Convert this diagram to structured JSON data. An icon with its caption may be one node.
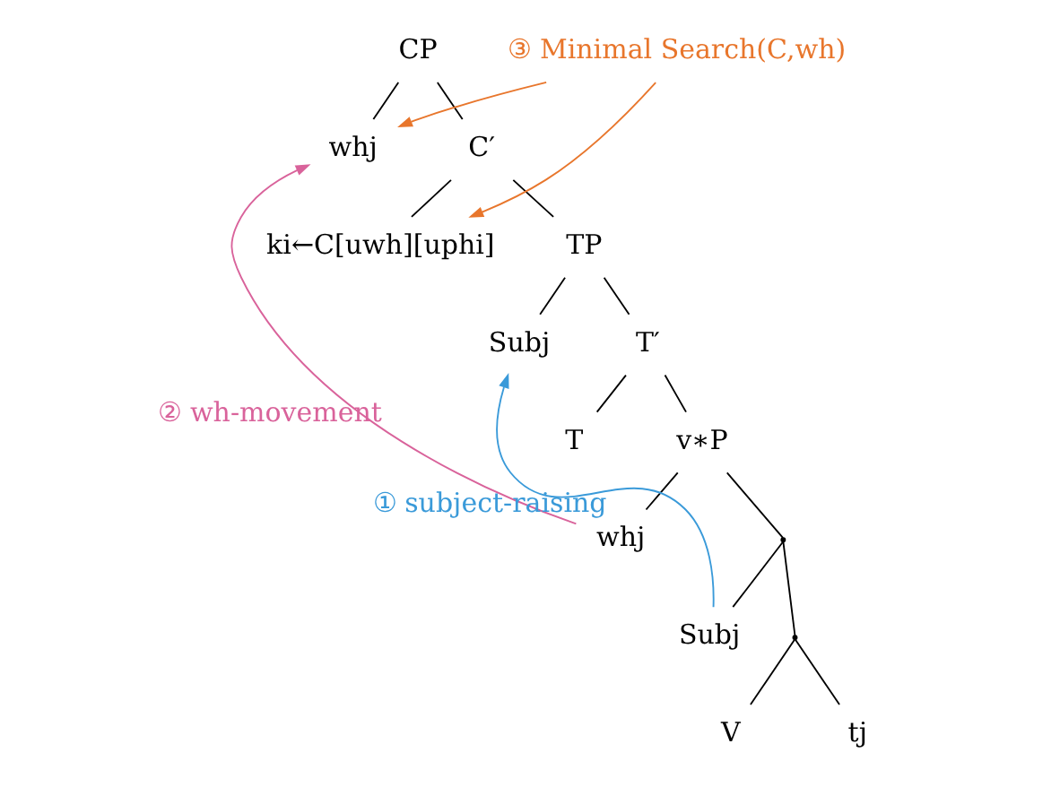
{
  "diagram": {
    "nodes": [
      {
        "text": [
          "CP"
        ]
      },
      {
        "text": [
          "whj"
        ]
      },
      {
        "text": [
          "C′"
        ]
      },
      {
        "text": [
          "ki←C[uwh][uphi]"
        ]
      },
      {
        "text": [
          "TP"
        ]
      },
      {
        "text": [
          "Subj"
        ]
      },
      {
        "text": [
          "T′"
        ]
      },
      {
        "text": [
          "T"
        ]
      },
      {
        "text": [
          "v∗P"
        ]
      },
      {
        "text": [
          "whj"
        ]
      },
      {
        "text": [],
        "shape": "point"
      },
      {
        "text": [
          "Subj"
        ]
      },
      {
        "text": [],
        "shape": "point"
      },
      {
        "text": [
          "V"
        ]
      },
      {
        "text": [
          "tj"
        ]
      },
      {
        "text": [
          "③ Minimal Search(C,wh)"
        ]
      }
    ],
    "edges": [
      {
        "from": 0,
        "to": 1,
        "arrow": "none"
      },
      {
        "from": 0,
        "to": 2,
        "arrow": "none"
      },
      {
        "from": 2,
        "to": 3,
        "arrow": "none"
      },
      {
        "from": 2,
        "to": 4,
        "arrow": "none"
      },
      {
        "from": 4,
        "to": 5,
        "arrow": "none"
      },
      {
        "from": 4,
        "to": 6,
        "arrow": "none"
      },
      {
        "from": 6,
        "to": 7,
        "arrow": "none"
      },
      {
        "from": 6,
        "to": 8,
        "arrow": "none"
      },
      {
        "from": 8,
        "to": 9,
        "arrow": "none"
      },
      {
        "from": 8,
        "to": 10,
        "arrow": "none"
      },
      {
        "from": 10,
        "to": 11,
        "arrow": "none"
      },
      {
        "from": 10,
        "to": 12,
        "arrow": "none"
      },
      {
        "from": 12,
        "to": 13,
        "arrow": "none"
      },
      {
        "from": 12,
        "to": 14,
        "arrow": "none"
      },
      {
        "from": 15,
        "to": 1,
        "arrow": "to",
        "color": "#e8762c"
      },
      {
        "from": 15,
        "to": 3,
        "arrow": "to",
        "color": "#e8762c"
      },
      {
        "from": 9,
        "to": 1,
        "arrow": "to",
        "label": "② wh-movement",
        "color": "#d9639b"
      },
      {
        "from": 11,
        "to": 5,
        "arrow": "to",
        "label": "① subject-raising",
        "color": "#3a9ad9"
      }
    ]
  }
}
